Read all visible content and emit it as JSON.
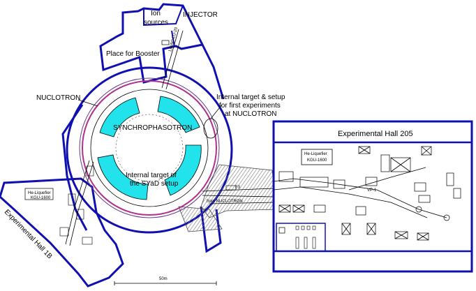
{
  "labels": {
    "injector": "INJECTOR",
    "ion_sources_1": "Ion",
    "ion_sources_2": "sources",
    "linac": "LINAC LU-20",
    "booster": "Place for Booster",
    "nuclotron": "NUCLOTRON",
    "internal_target_1": "Internal target & setup",
    "internal_target_2": "for first experiments",
    "internal_target_3": "at NUCLOTRON",
    "synchrophasotron": "SYNCHROPHASOTRON",
    "syad_1": "Internal target of",
    "syad_2": "the SYaD setup",
    "hall_205": "Experimental Hall 205",
    "he_liquefier_right_1": "He-Liquefier",
    "he_liquefier_right_2": "KGU-1600",
    "he_liquefier_left_1": "He-Liquefier",
    "he_liquefier_left_2": "KGU-1600",
    "hall_1b": "Experimental  Hall 1B",
    "from_nuclotron": "from NUCLOTRON",
    "scale": "50m",
    "f3": "F3",
    "vp1": "VP-1"
  },
  "colors": {
    "wall": "#1010b0",
    "synchrophasotron": "#22e3ec",
    "nuclotron": "#b0308e",
    "hatch": "#777777"
  }
}
